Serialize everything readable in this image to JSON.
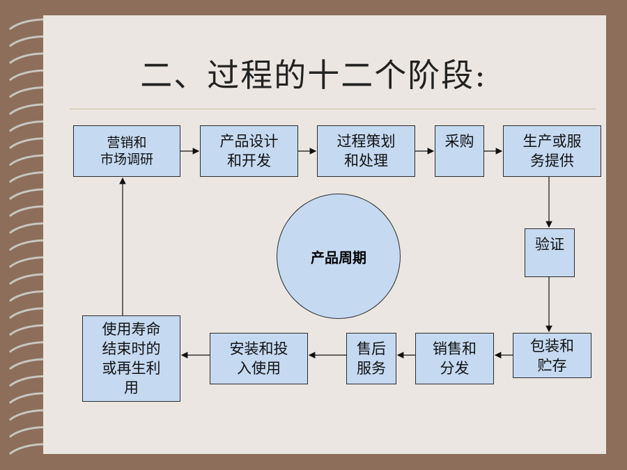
{
  "title": "二、过程的十二个阶段:",
  "center": "产品周期",
  "stages": [
    {
      "id": "s1",
      "label": "营销和\n市场调研"
    },
    {
      "id": "s2",
      "label": "产品设计\n和开发"
    },
    {
      "id": "s3",
      "label": "过程策划\n和处理"
    },
    {
      "id": "s4",
      "label": "采购"
    },
    {
      "id": "s5",
      "label": "生产或服\n务提供"
    },
    {
      "id": "s6",
      "label": "验证"
    },
    {
      "id": "s7",
      "label": "包装和\n贮存"
    },
    {
      "id": "s8",
      "label": "销售和\n分发"
    },
    {
      "id": "s9",
      "label": "售后\n服务"
    },
    {
      "id": "s10",
      "label": "安装和投\n入使用"
    },
    {
      "id": "s11",
      "label": "使用寿命\n结束时的\n或再生利\n用"
    }
  ],
  "colors": {
    "box_fill": "#c5d9f1",
    "slide_bg": "#ebe6e1",
    "frame": "#8c6e5a"
  }
}
